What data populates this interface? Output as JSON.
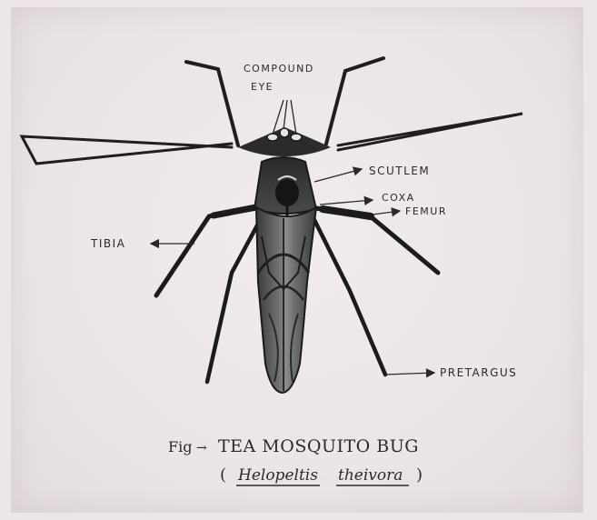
{
  "labels": {
    "compound_eye_line1": "COMPOUND",
    "compound_eye_line2": "EYE",
    "scutellum": "SCUTLEM",
    "coxa": "COXA",
    "femur": "FEMUR",
    "tibia": "TIBIA",
    "pretarsus": "PRETARGUS"
  },
  "caption": {
    "prefix": "Fig",
    "title": "TEA MOSQUITO BUG",
    "open_paren": "(",
    "genus": "Helopeltis",
    "species": "theivora",
    "close_paren": ")"
  },
  "colors": {
    "paper": "#ece6e6",
    "ink": "#1f1f1f",
    "body_dark": "#2c2c2c",
    "body_mid": "#5a5a5a",
    "body_light": "#9a9a9a"
  }
}
